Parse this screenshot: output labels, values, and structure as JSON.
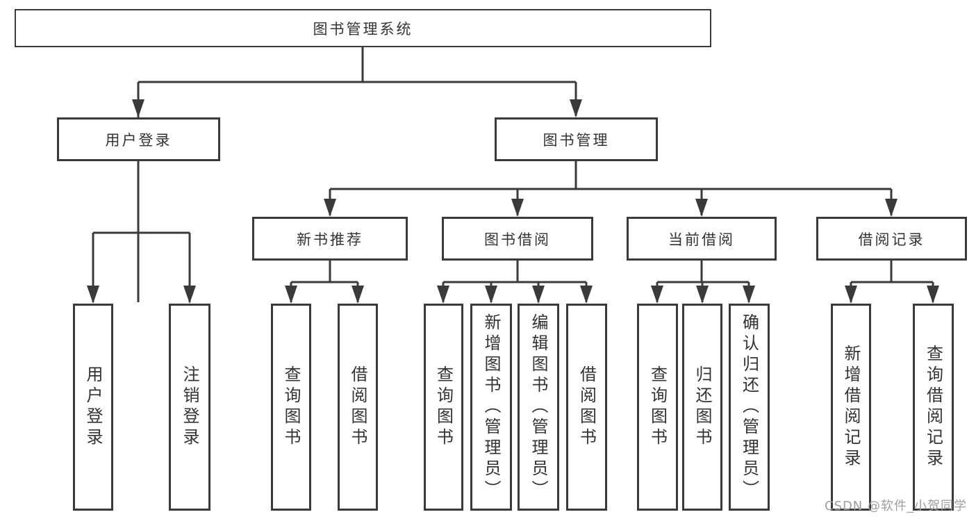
{
  "diagram_title": "图书管理系统",
  "nodes": {
    "root": {
      "label": "图书管理系统"
    },
    "user_login": {
      "label": "用户登录"
    },
    "book_mgmt": {
      "label": "图书管理"
    },
    "new_books": {
      "label": "新书推荐"
    },
    "book_borrow": {
      "label": "图书借阅"
    },
    "current_borrow": {
      "label": "当前借阅"
    },
    "borrow_records": {
      "label": "借阅记录"
    }
  },
  "leaves": {
    "user_login": [
      {
        "label": "用户登录"
      },
      {
        "label": "注销登录"
      }
    ],
    "new_books": [
      {
        "label": "查询图书"
      },
      {
        "label": "借阅图书"
      }
    ],
    "book_borrow": [
      {
        "label": "查询图书"
      },
      {
        "label": "新增图书（管理员）"
      },
      {
        "label": "编辑图书（管理员）"
      },
      {
        "label": "借阅图书"
      }
    ],
    "current_borrow": [
      {
        "label": "查询图书"
      },
      {
        "label": "归还图书"
      },
      {
        "label": "确认归还（管理员）"
      }
    ],
    "borrow_records": [
      {
        "label": "新增借阅记录"
      },
      {
        "label": "查询借阅记录"
      }
    ]
  },
  "watermark": "CSDN @软件_小贺同学",
  "colors": {
    "line": "#3a3a3a",
    "text": "#333333",
    "watermark": "#9e9e9e",
    "background": "#ffffff"
  }
}
